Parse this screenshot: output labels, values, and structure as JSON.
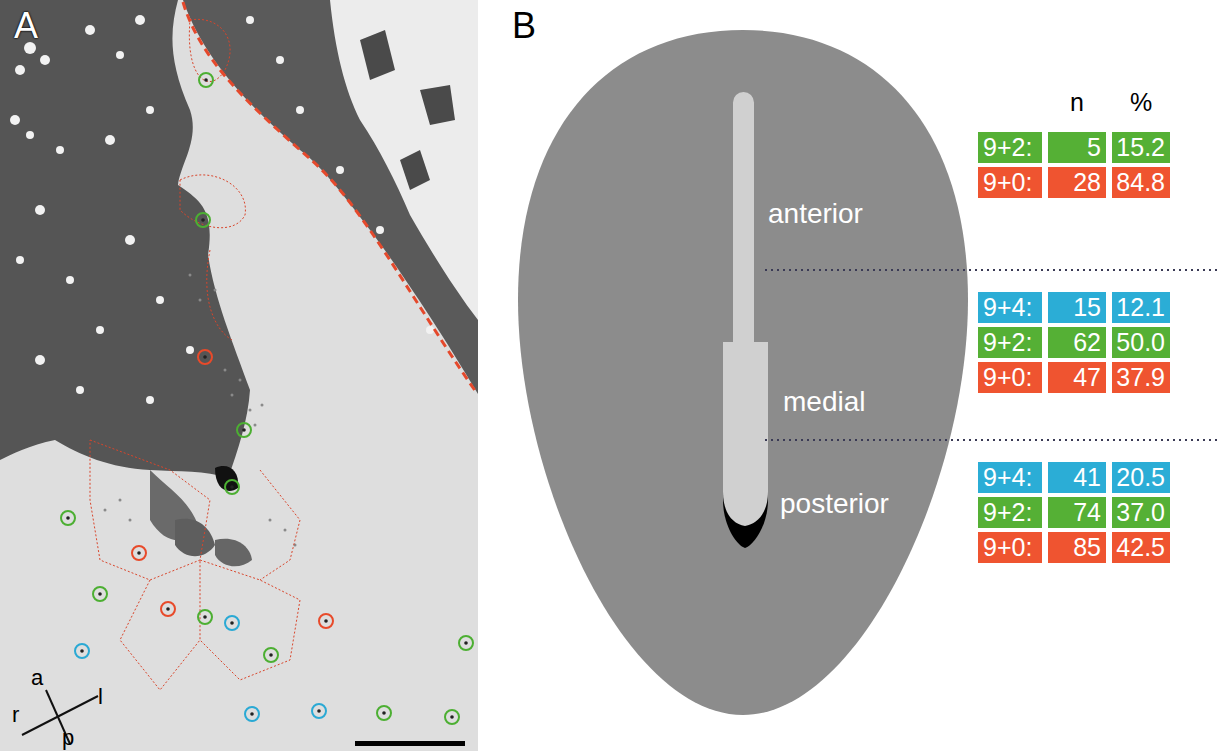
{
  "diagram": {
    "nodes": [
      {
        "text": [
          "anterior",
          "medial",
          "posterior"
        ]
      }
    ],
    "labels": [
      "A",
      "B",
      "n",
      "%",
      "9+2:",
      "5",
      "15.2",
      "9+0:",
      "28",
      "84.8",
      "9+4:",
      "15",
      "12.1",
      "9+2:",
      "62",
      "50.0",
      "9+0:",
      "47",
      "37.9",
      "9+4:",
      "41",
      "20.5",
      "9+2:",
      "74",
      "37.0",
      "9+0:",
      "85",
      "42.5",
      "a",
      "l",
      "r",
      "p"
    ]
  }
}
